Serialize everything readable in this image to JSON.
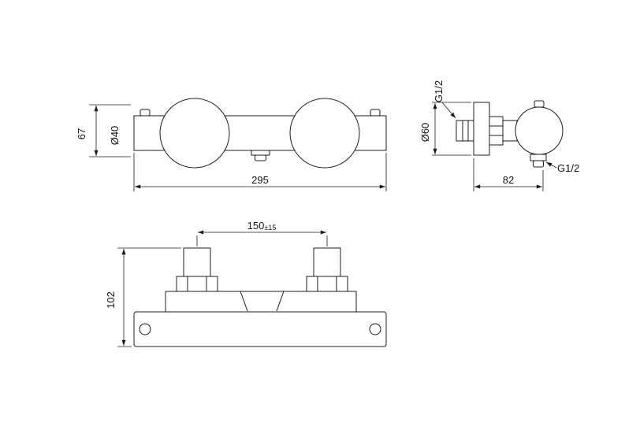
{
  "colors": {
    "background": "#ffffff",
    "line": "#1c1c1c",
    "text": "#141414"
  },
  "front_view": {
    "height_dim": "67",
    "bar_diameter_dim": "Ø40",
    "width_dim": "295"
  },
  "side_view": {
    "inlet_thread": "G1/2",
    "escutcheon_diameter_dim": "Ø60",
    "depth_dim": "82",
    "outlet_thread": "G1/2"
  },
  "plan_view": {
    "centers_dim": "150",
    "centers_tolerance": "±15",
    "height_dim": "102"
  }
}
